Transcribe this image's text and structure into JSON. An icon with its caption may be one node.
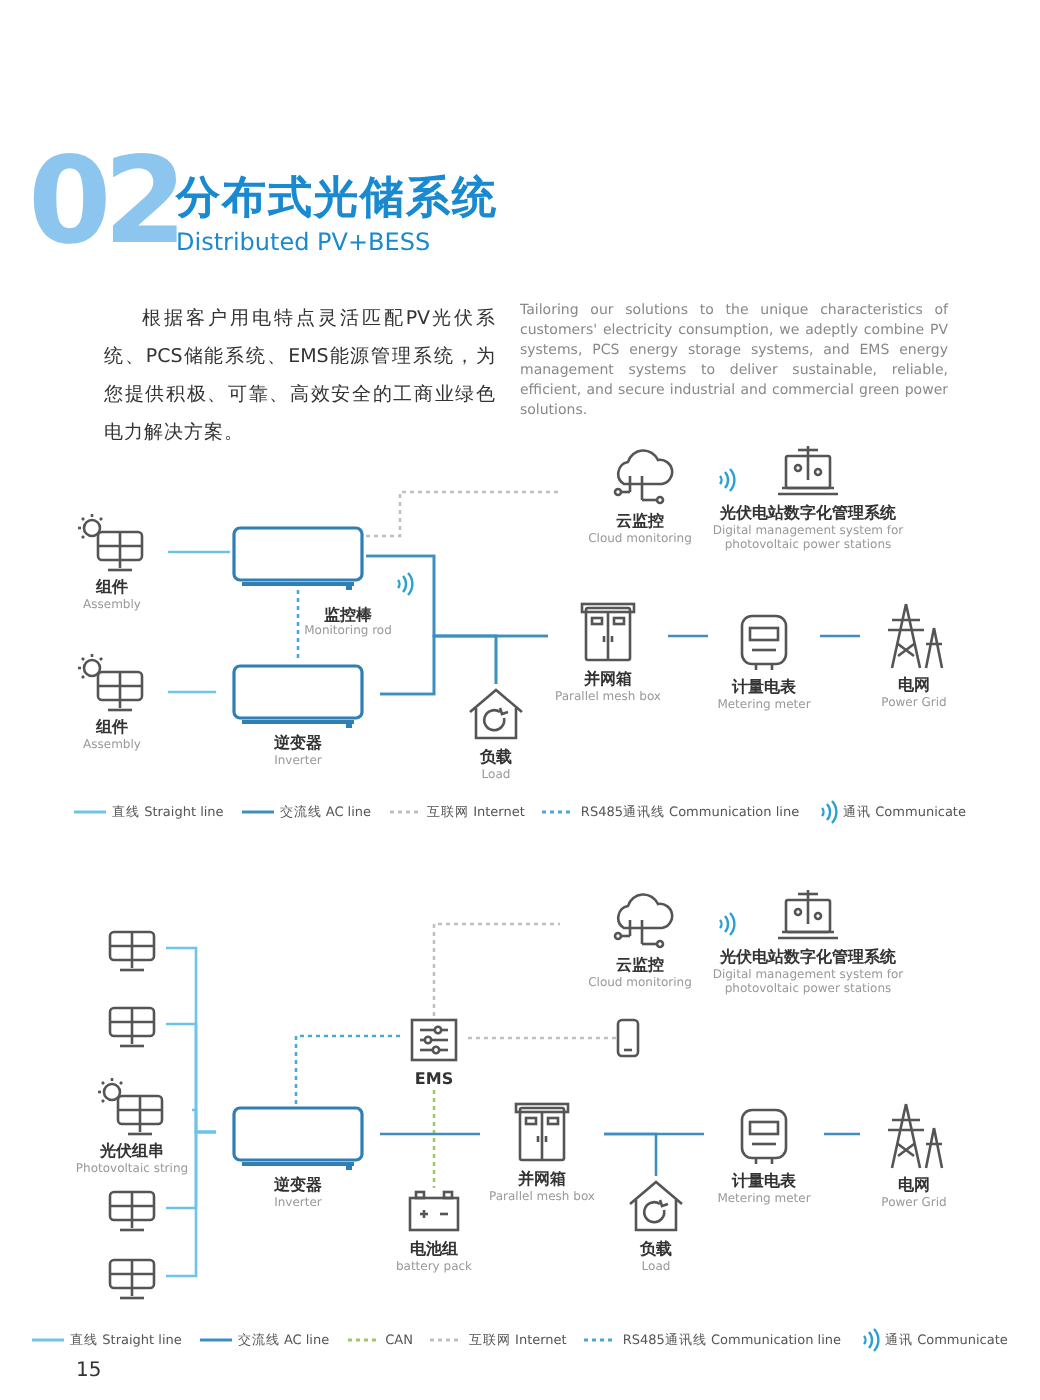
{
  "diagram": {
    "title": "分布式光储系统",
    "nodes": [
      {
        "text": [
          "组件",
          "Assembly"
        ]
      },
      {
        "text": [
          "组件",
          "Assembly"
        ]
      },
      {
        "text": [],
        "shape": "box"
      },
      {
        "text": [
          "逆变器",
          "Inverter"
        ]
      },
      {
        "text": [
          "云监控",
          "Cloud monitoring"
        ]
      },
      {
        "text": [
          "光伏电站数字化管理系统",
          "Digital management system for photovoltaic power stations"
        ]
      },
      {
        "text": [
          "并网箱",
          "Parallel mesh box"
        ]
      },
      {
        "text": [
          "负载",
          "Load"
        ]
      },
      {
        "text": [
          "计量电表",
          "Metering meter"
        ]
      },
      {
        "text": [
          "电网",
          "Power Grid"
        ]
      },
      {
        "text": [],
        "shape": "picture"
      },
      {
        "text": [],
        "shape": "picture"
      },
      {
        "text": [
          "光伏组串",
          "Photovoltaic string"
        ]
      },
      {
        "text": [],
        "shape": "picture"
      },
      {
        "text": [],
        "shape": "picture"
      },
      {
        "text": [
          "逆变器",
          "Inverter"
        ]
      },
      {
        "text": [
          "EMS"
        ]
      },
      {
        "text": [],
        "shape": "phone"
      },
      {
        "text": [
          "电池组",
          "battery pack"
        ]
      },
      {
        "text": [
          "云监控",
          "Cloud monitoring"
        ]
      },
      {
        "text": [
          "光伏电站数字化管理系统",
          "Digital management system for photovoltaic power stations"
        ]
      },
      {
        "text": [
          "并网箱",
          "Parallel mesh box"
        ]
      },
      {
        "text": [
          "负载",
          "Load"
        ]
      },
      {
        "text": [
          "计量电表",
          "Metering meter"
        ]
      },
      {
        "text": [
          "电网",
          "Power Grid"
        ]
      }
    ],
    "edges": [
      {
        "from": 0,
        "to": 2,
        "arrow": "none",
        "color": "#6cc4e8"
      },
      {
        "from": 1,
        "to": 3,
        "arrow": "none",
        "color": "#6cc4e8"
      },
      {
        "from": 2,
        "to": 3,
        "arrow": "none",
        "style": "dashed",
        "color": "#4aa8d8"
      },
      {
        "from": 2,
        "to": 4,
        "arrow": "none",
        "style": "dashed",
        "color": "#c0c0c0"
      },
      {
        "from": 2,
        "to": 6,
        "arrow": "none"
      },
      {
        "from": 3,
        "to": 6,
        "arrow": "none"
      },
      {
        "from": 2,
        "to": 7,
        "arrow": "none"
      },
      {
        "from": 3,
        "to": 7,
        "arrow": "none"
      },
      {
        "from": 6,
        "to": 8,
        "arrow": "none"
      },
      {
        "from": 8,
        "to": 9,
        "arrow": "none"
      },
      {
        "from": 10,
        "to": 15,
        "arrow": "none",
        "color": "#6cc4e8"
      },
      {
        "from": 11,
        "to": 15,
        "arrow": "none",
        "color": "#6cc4e8"
      },
      {
        "from": 12,
        "to": 15,
        "arrow": "none",
        "color": "#6cc4e8"
      },
      {
        "from": 13,
        "to": 15,
        "arrow": "none",
        "color": "#6cc4e8"
      },
      {
        "from": 14,
        "to": 15,
        "arrow": "none",
        "color": "#6cc4e8"
      },
      {
        "from": 15,
        "to": 16,
        "arrow": "none",
        "style": "dashed",
        "color": "#4aa8d8"
      },
      {
        "from": 16,
        "to": 19,
        "arrow": "none",
        "style": "dashed",
        "color": "#c0c0c0"
      },
      {
        "from": 16,
        "to": 17,
        "arrow": "none",
        "style": "dashed",
        "color": "#c0c0c0"
      },
      {
        "from": 16,
        "to": 18,
        "arrow": "none",
        "style": "dashed",
        "color": "#9bc96a"
      },
      {
        "from": 15,
        "to": 21,
        "arrow": "none"
      },
      {
        "from": 21,
        "to": 23,
        "arrow": "none"
      },
      {
        "from": 21,
        "to": 22,
        "arrow": "none"
      },
      {
        "from": 23,
        "to": 24,
        "arrow": "none"
      }
    ],
    "labels": [
      "02",
      "Distributed PV+BESS",
      "根据客户用电特点灵活匹配PV光伏系统、PCS储能系统、EMS能源管理系统，为您提供积极、可靠、高效安全的工商业绿色电力解决方案。",
      "Tailoring our solutions to the unique characteristics of customers' electricity consumption, we adeptly combine PV systems, PCS energy storage systems, and EMS energy management systems to deliver sustainable, reliable, efficient, and secure industrial and commercial green power solutions.",
      "监控棒",
      "Monitoring rod",
      "15"
    ],
    "legend": [
      {
        "text": "直线 Straight line"
      },
      {
        "text": "交流线 AC line"
      },
      {
        "text": "互联网 Internet"
      },
      {
        "text": "RS485通讯线 Communication line"
      },
      {
        "text": "通讯 Communicate"
      },
      {
        "text": "直线 Straight line"
      },
      {
        "text": "交流线 AC line"
      },
      {
        "text": "CAN"
      },
      {
        "text": "互联网 Internet"
      },
      {
        "text": "RS485通讯线 Communication line"
      },
      {
        "text": "通讯 Communicate"
      }
    ]
  }
}
